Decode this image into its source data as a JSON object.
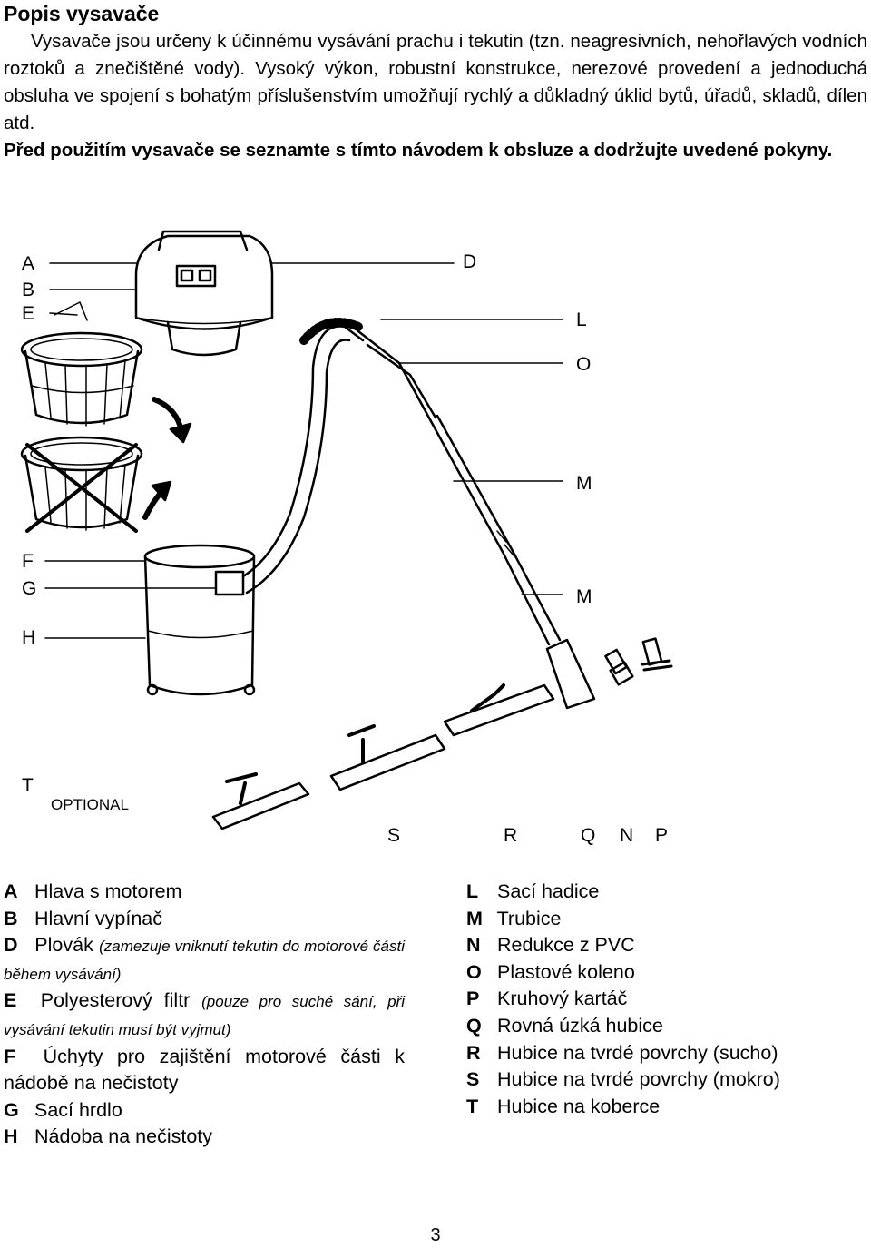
{
  "title": "Popis vysavače",
  "intro": {
    "para1": "Vysavače jsou určeny k účinnému vysávání prachu i tekutin (tzn. neagresivních, nehořlavých vodních roztoků a znečištěné vody). Vysoký výkon, robustní konstrukce, nerezové provedení a jednoduchá obsluha ve spojení s bohatým příslušenstvím umožňují rychlý a důkladný úklid bytů, úřadů, skladů, dílen atd.",
    "para2": "Před použitím vysavače se seznamte s tímto návodem k obsluze a dodržujte uvedené pokyny."
  },
  "diagram": {
    "labels": {
      "A": "A",
      "B": "B",
      "E": "E",
      "D": "D",
      "L": "L",
      "O": "O",
      "M1": "M",
      "M2": "M",
      "F": "F",
      "G": "G",
      "H": "H",
      "T": "T",
      "optional": "OPTIONAL",
      "S": "S",
      "R": "R",
      "Q": "Q",
      "N": "N",
      "P": "P"
    }
  },
  "legend_left": [
    {
      "key": "A",
      "text": "Hlava s motorem"
    },
    {
      "key": "B",
      "text": "Hlavní vypínač"
    },
    {
      "key": "D",
      "text": "Plovák",
      "note": "(zamezuje vniknutí tekutin do motorové části během vysávání)"
    },
    {
      "key": "E",
      "text": "Polyesterový filtr",
      "note": "(pouze pro suché sání, při vysávání tekutin musí být vyjmut)"
    },
    {
      "key": "F",
      "text": "Úchyty pro zajištění motorové části k nádobě na nečistoty"
    },
    {
      "key": "G",
      "text": "Sací hrdlo"
    },
    {
      "key": "H",
      "text": "Nádoba na nečistoty"
    }
  ],
  "legend_right": [
    {
      "key": "L",
      "text": "Sací hadice"
    },
    {
      "key": "M",
      "text": "Trubice"
    },
    {
      "key": "N",
      "text": "Redukce z PVC"
    },
    {
      "key": "O",
      "text": "Plastové koleno"
    },
    {
      "key": "P",
      "text": "Kruhový kartáč"
    },
    {
      "key": "Q",
      "text": "Rovná úzká hubice"
    },
    {
      "key": "R",
      "text": "Hubice na tvrdé povrchy (sucho)"
    },
    {
      "key": "S",
      "text": "Hubice na tvrdé povrchy (mokro)"
    },
    {
      "key": "T",
      "text": "Hubice na koberce"
    }
  ],
  "page_number": "3"
}
